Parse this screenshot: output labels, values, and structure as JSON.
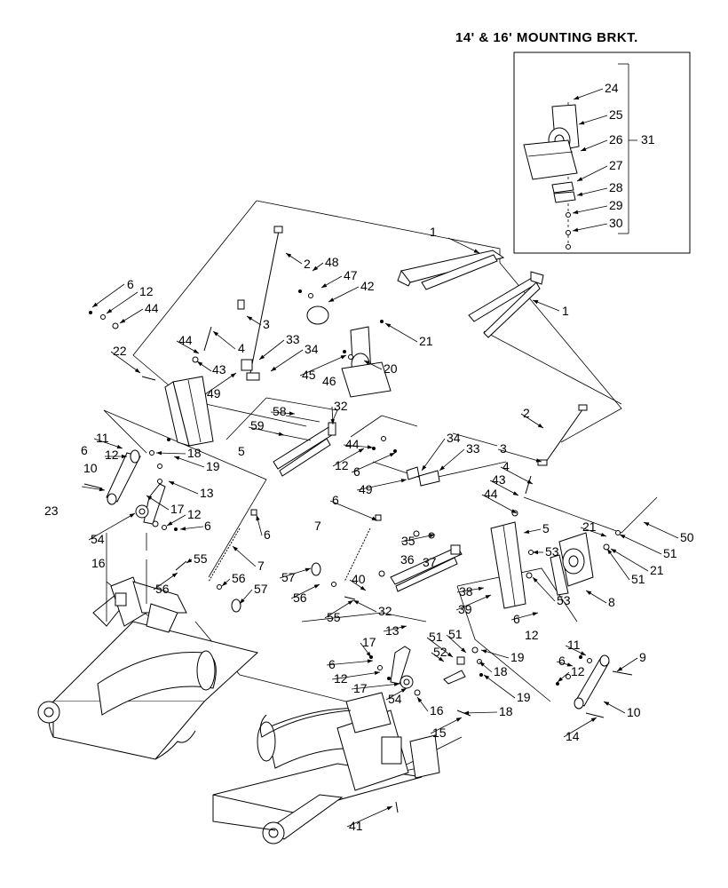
{
  "inset": {
    "title": "14' & 16' MOUNTING BRKT."
  },
  "callouts": [
    {
      "label": "24"
    },
    {
      "label": "25"
    },
    {
      "label": "26"
    },
    {
      "label": "31"
    },
    {
      "label": "27"
    },
    {
      "label": "28"
    },
    {
      "label": "29"
    },
    {
      "label": "30"
    },
    {
      "label": "1"
    },
    {
      "label": "1"
    },
    {
      "label": "2"
    },
    {
      "label": "48"
    },
    {
      "label": "47"
    },
    {
      "label": "42"
    },
    {
      "label": "6"
    },
    {
      "label": "12"
    },
    {
      "label": "44"
    },
    {
      "label": "3"
    },
    {
      "label": "44"
    },
    {
      "label": "4"
    },
    {
      "label": "33"
    },
    {
      "label": "34"
    },
    {
      "label": "21"
    },
    {
      "label": "22"
    },
    {
      "label": "43"
    },
    {
      "label": "45"
    },
    {
      "label": "46"
    },
    {
      "label": "20"
    },
    {
      "label": "49"
    },
    {
      "label": "58"
    },
    {
      "label": "59"
    },
    {
      "label": "32"
    },
    {
      "label": "2"
    },
    {
      "label": "11"
    },
    {
      "label": "6"
    },
    {
      "label": "12"
    },
    {
      "label": "10"
    },
    {
      "label": "23"
    },
    {
      "label": "18"
    },
    {
      "label": "19"
    },
    {
      "label": "13"
    },
    {
      "label": "5"
    },
    {
      "label": "44"
    },
    {
      "label": "12"
    },
    {
      "label": "6"
    },
    {
      "label": "34"
    },
    {
      "label": "33"
    },
    {
      "label": "3"
    },
    {
      "label": "4"
    },
    {
      "label": "43"
    },
    {
      "label": "44"
    },
    {
      "label": "49"
    },
    {
      "label": "17"
    },
    {
      "label": "12"
    },
    {
      "label": "6"
    },
    {
      "label": "54"
    },
    {
      "label": "16"
    },
    {
      "label": "6"
    },
    {
      "label": "6"
    },
    {
      "label": "7"
    },
    {
      "label": "35"
    },
    {
      "label": "5"
    },
    {
      "label": "53"
    },
    {
      "label": "21"
    },
    {
      "label": "50"
    },
    {
      "label": "51"
    },
    {
      "label": "21"
    },
    {
      "label": "51"
    },
    {
      "label": "55"
    },
    {
      "label": "7"
    },
    {
      "label": "36"
    },
    {
      "label": "37"
    },
    {
      "label": "56"
    },
    {
      "label": "56"
    },
    {
      "label": "57"
    },
    {
      "label": "57"
    },
    {
      "label": "56"
    },
    {
      "label": "40"
    },
    {
      "label": "32"
    },
    {
      "label": "55"
    },
    {
      "label": "53"
    },
    {
      "label": "8"
    },
    {
      "label": "38"
    },
    {
      "label": "39"
    },
    {
      "label": "6"
    },
    {
      "label": "12"
    },
    {
      "label": "13"
    },
    {
      "label": "51"
    },
    {
      "label": "51"
    },
    {
      "label": "52"
    },
    {
      "label": "17"
    },
    {
      "label": "18"
    },
    {
      "label": "19"
    },
    {
      "label": "6"
    },
    {
      "label": "12"
    },
    {
      "label": "11"
    },
    {
      "label": "6"
    },
    {
      "label": "12"
    },
    {
      "label": "9"
    },
    {
      "label": "17"
    },
    {
      "label": "54"
    },
    {
      "label": "16"
    },
    {
      "label": "19"
    },
    {
      "label": "18"
    },
    {
      "label": "10"
    },
    {
      "label": "15"
    },
    {
      "label": "14"
    },
    {
      "label": "41"
    }
  ]
}
